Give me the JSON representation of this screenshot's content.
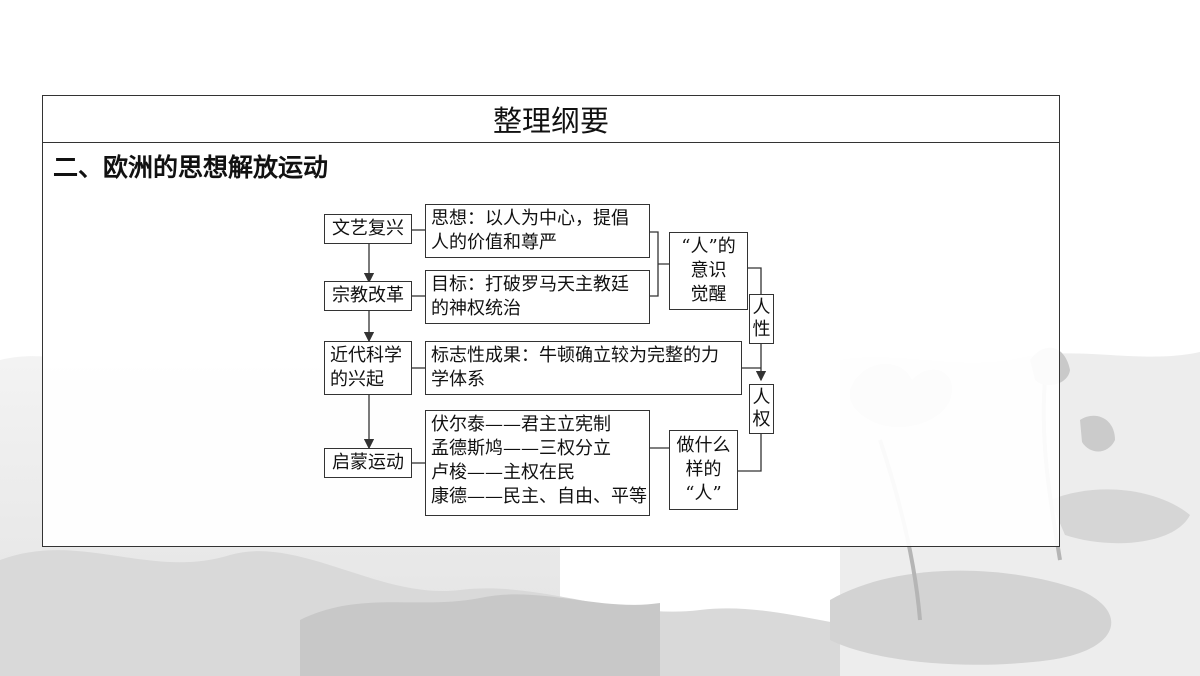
{
  "panel": {
    "title": "整理纲要",
    "section": "二、欧洲的思想解放运动"
  },
  "diagram": {
    "movements": [
      {
        "id": "renaissance",
        "lines": [
          "文艺复兴"
        ]
      },
      {
        "id": "reformation",
        "lines": [
          "宗教改革"
        ]
      },
      {
        "id": "science",
        "lines": [
          "近代科学",
          "的兴起"
        ]
      },
      {
        "id": "enlightenment",
        "lines": [
          "启蒙运动"
        ]
      }
    ],
    "details": [
      {
        "id": "renaissance-detail",
        "lines": [
          "思想：以人为中心，提倡",
          "人的价值和尊严"
        ]
      },
      {
        "id": "reformation-detail",
        "lines": [
          "目标：打破罗马天主教廷",
          "的神权统治"
        ]
      },
      {
        "id": "science-detail",
        "lines": [
          "标志性成果：牛顿确立较为完整的力",
          "学体系"
        ]
      },
      {
        "id": "enlightenment-detail",
        "lines": [
          "伏尔泰——君主立宪制",
          "孟德斯鸠——三权分立",
          "卢梭——主权在民",
          "康德——民主、自由、平等"
        ]
      }
    ],
    "themes": [
      {
        "id": "awakening",
        "lines": [
          "“人”的",
          "意识",
          "觉醒"
        ]
      },
      {
        "id": "what-person",
        "lines": [
          "做什么",
          "样的",
          "“人”"
        ]
      }
    ],
    "outcomes": [
      {
        "id": "humanity",
        "lines": [
          "人",
          "性"
        ]
      },
      {
        "id": "human-rights",
        "lines": [
          "人",
          "权"
        ]
      }
    ]
  },
  "colors": {
    "border": "#333333",
    "text": "#111111",
    "ink": "#cfcfcf"
  }
}
